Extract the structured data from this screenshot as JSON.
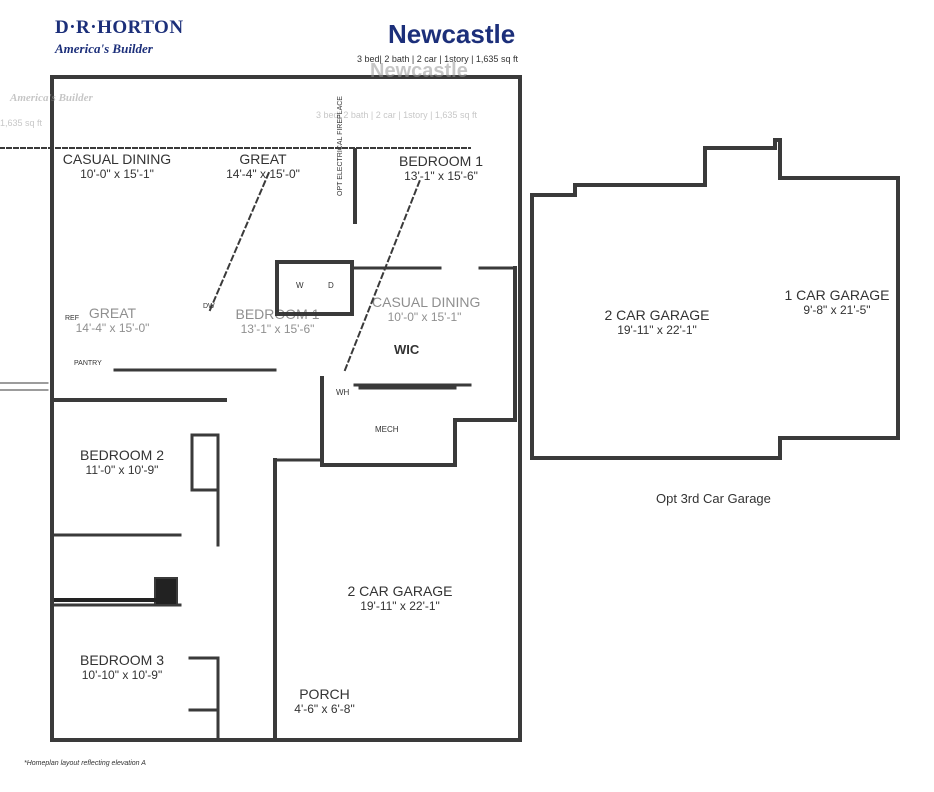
{
  "brand": {
    "logo": "D·R·HORTON",
    "tagline": "America's Builder"
  },
  "plan": {
    "name": "Newcastle",
    "specs": "3 bed| 2 bath | 2 car | 1story | 1,635 sq ft"
  },
  "rooms": {
    "casual_dining": {
      "name": "CASUAL DINING",
      "dim": "10'-0\" x 15'-1\""
    },
    "great": {
      "name": "GREAT",
      "dim": "14'-4\" x 15'-0\""
    },
    "bedroom1": {
      "name": "BEDROOM 1",
      "dim": "13'-1\" x 15'-6\""
    },
    "bedroom2": {
      "name": "BEDROOM 2",
      "dim": "11'-0\" x 10'-9\""
    },
    "bedroom3": {
      "name": "BEDROOM 3",
      "dim": "10'-10\" x 10'-9\""
    },
    "garage2": {
      "name": "2 CAR GARAGE",
      "dim": "19'-11\" x 22'-1\""
    },
    "porch": {
      "name": "PORCH",
      "dim": "4'-6\" x 6'-8\""
    },
    "opt_garage2": {
      "name": "2 CAR GARAGE",
      "dim": "19'-11\" x 22'-1\""
    },
    "opt_garage1": {
      "name": "1 CAR GARAGE",
      "dim": "9'-8\" x 21'-5\""
    }
  },
  "labels": {
    "wic": "WIC",
    "mech": "MECH",
    "wh": "WH",
    "washer": "W",
    "dryer": "D",
    "ref": "REF",
    "pantry": "PANTRY",
    "dw": "DW",
    "fireplace": "OPT ELECTRICAL FIREPLACE",
    "opt_garage": "Opt 3rd Car Garage",
    "footnote": "*Homeplan layout reflecting elevation A"
  },
  "ghost": {
    "great": "GREAT",
    "great_dim": "14'-4\" x 15'-0\"",
    "bedroom1": "BEDROOM 1",
    "bedroom1_dim": "13'-1\" x 15'-6\"",
    "casual_dining": "CASUAL DINING",
    "casual_dining_dim": "10'-0\" x 15'-1\"",
    "specs": "3 bed| 2 bath | 2 car | 1story | 1,635 sq ft",
    "specs_end": "1,635 sq ft",
    "tagline": "America's Builder",
    "name": "Newcastle"
  },
  "colors": {
    "brand": "#1c2f7a",
    "wall": "#3a3a3a"
  }
}
